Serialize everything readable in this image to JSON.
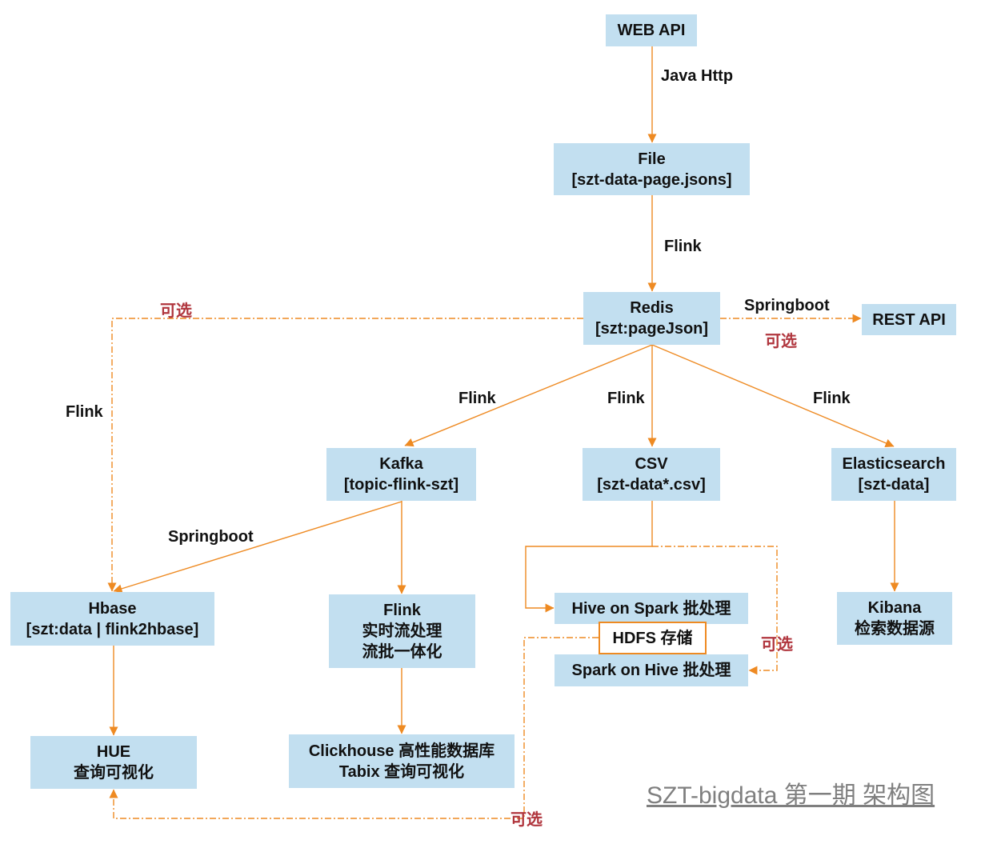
{
  "title": "SZT-bigdata 第一期 架构图",
  "nodes": {
    "web_api": {
      "line1": "WEB API"
    },
    "file": {
      "line1": "File",
      "line2": "[szt-data-page.jsons]"
    },
    "redis": {
      "line1": "Redis",
      "line2": "[szt:pageJson]"
    },
    "rest_api": {
      "line1": "REST API"
    },
    "kafka": {
      "line1": "Kafka",
      "line2": "[topic-flink-szt]"
    },
    "csv": {
      "line1": "CSV",
      "line2": "[szt-data*.csv]"
    },
    "elasticsearch": {
      "line1": "Elasticsearch",
      "line2": "[szt-data]"
    },
    "hbase": {
      "line1": "Hbase",
      "line2": "[szt:data | flink2hbase]"
    },
    "flink": {
      "line1": "Flink",
      "line2": "实时流处理",
      "line3": "流批一体化"
    },
    "hive_on_spark": {
      "line1": "Hive on Spark 批处理"
    },
    "hdfs": {
      "line1": "HDFS 存储"
    },
    "spark_on_hive": {
      "line1": "Spark on Hive 批处理"
    },
    "kibana": {
      "line1": "Kibana",
      "line2": "检索数据源"
    },
    "hue": {
      "line1": "HUE",
      "line2": "查询可视化"
    },
    "clickhouse": {
      "line1": "Clickhouse 高性能数据库",
      "line2": "Tabix 查询可视化"
    }
  },
  "edge_labels": {
    "java_http": "Java Http",
    "flink_file_redis": "Flink",
    "springboot_rest": "Springboot",
    "optional_rest": "可选",
    "optional_hbase": "可选",
    "flink_hbase": "Flink",
    "flink_kafka": "Flink",
    "flink_csv": "Flink",
    "flink_es": "Flink",
    "springboot_hbase": "Springboot",
    "optional_spark_on_hive": "可选",
    "optional_hue": "可选"
  },
  "colors": {
    "node_fill": "#c2dff0",
    "edge": "#ee8a22",
    "optional_label": "#b0353d",
    "title": "#7f7f7f",
    "hdfs_border": "#ee8a22"
  }
}
